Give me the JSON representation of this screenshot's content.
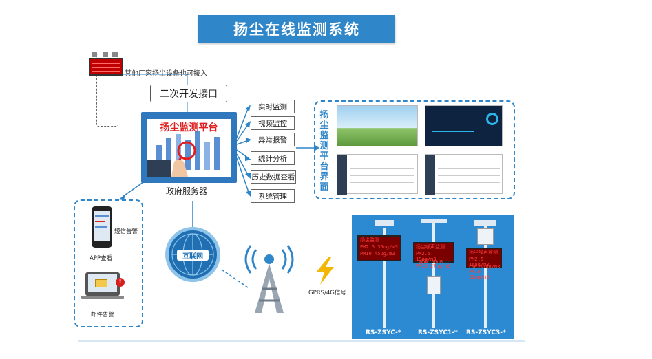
{
  "title": "扬尘在线监测系统",
  "external_device_note": "其他厂家扬尘设备也可接入",
  "secondary_api": "二次开发接口",
  "platform": {
    "title": "扬尘监测平台",
    "server_label": "政府服务器"
  },
  "functions": [
    "实时监测",
    "视频监控",
    "异常报警",
    "统计分析",
    "历史数据查看",
    "系统管理"
  ],
  "ui_panel_title": "扬尘监测平台界面",
  "mobile": {
    "sms_label": "短信告警",
    "app_label": "APP查看",
    "email_label": "邮件告警"
  },
  "internet_label": "互联网",
  "signal_label": "GPRS/4G信号",
  "stations": [
    {
      "model": "RS-ZSYC-*",
      "led_title": "扬尘监测",
      "led_lines": [
        "PM2.5  36ug/m3",
        "PM10   45ug/m3"
      ]
    },
    {
      "model": "RS-ZSYC1-*",
      "led_title": "扬尘噪声监测",
      "led_lines": [
        "PM2.5  19ug/m3",
        "PM10   27ug/m3",
        "噪声   56dB"
      ]
    },
    {
      "model": "RS-ZSYC3-*",
      "led_title": "扬尘噪声监测",
      "led_lines": [
        "PM2.5  16ug/m3",
        "PM10   22ug/m3",
        "TSP    57ug/m3"
      ]
    }
  ],
  "colors": {
    "accent": "#2f86c8",
    "platform_blue": "#2f78bd",
    "alert_red": "#e02020",
    "station_bg": "#2b8ad1"
  }
}
